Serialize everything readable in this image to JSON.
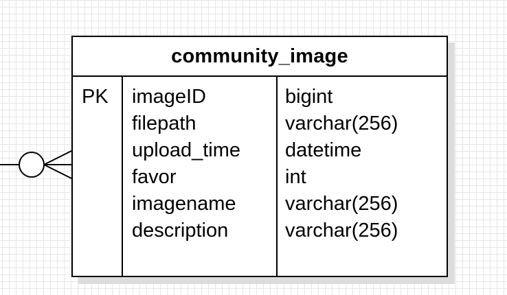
{
  "entity": {
    "title": "community_image",
    "rows": [
      {
        "key": "PK",
        "name": "imageID",
        "type": "bigint"
      },
      {
        "key": "",
        "name": "filepath",
        "type": "varchar(256)"
      },
      {
        "key": "",
        "name": "upload_time",
        "type": "datetime"
      },
      {
        "key": "",
        "name": "favor",
        "type": "int"
      },
      {
        "key": "",
        "name": "imagename",
        "type": "varchar(256)"
      },
      {
        "key": "",
        "name": "description",
        "type": "varchar(256)"
      }
    ]
  },
  "relationship": {
    "end_notation": "zero-or-many",
    "icon": "crows-foot-zero-many-icon"
  }
}
